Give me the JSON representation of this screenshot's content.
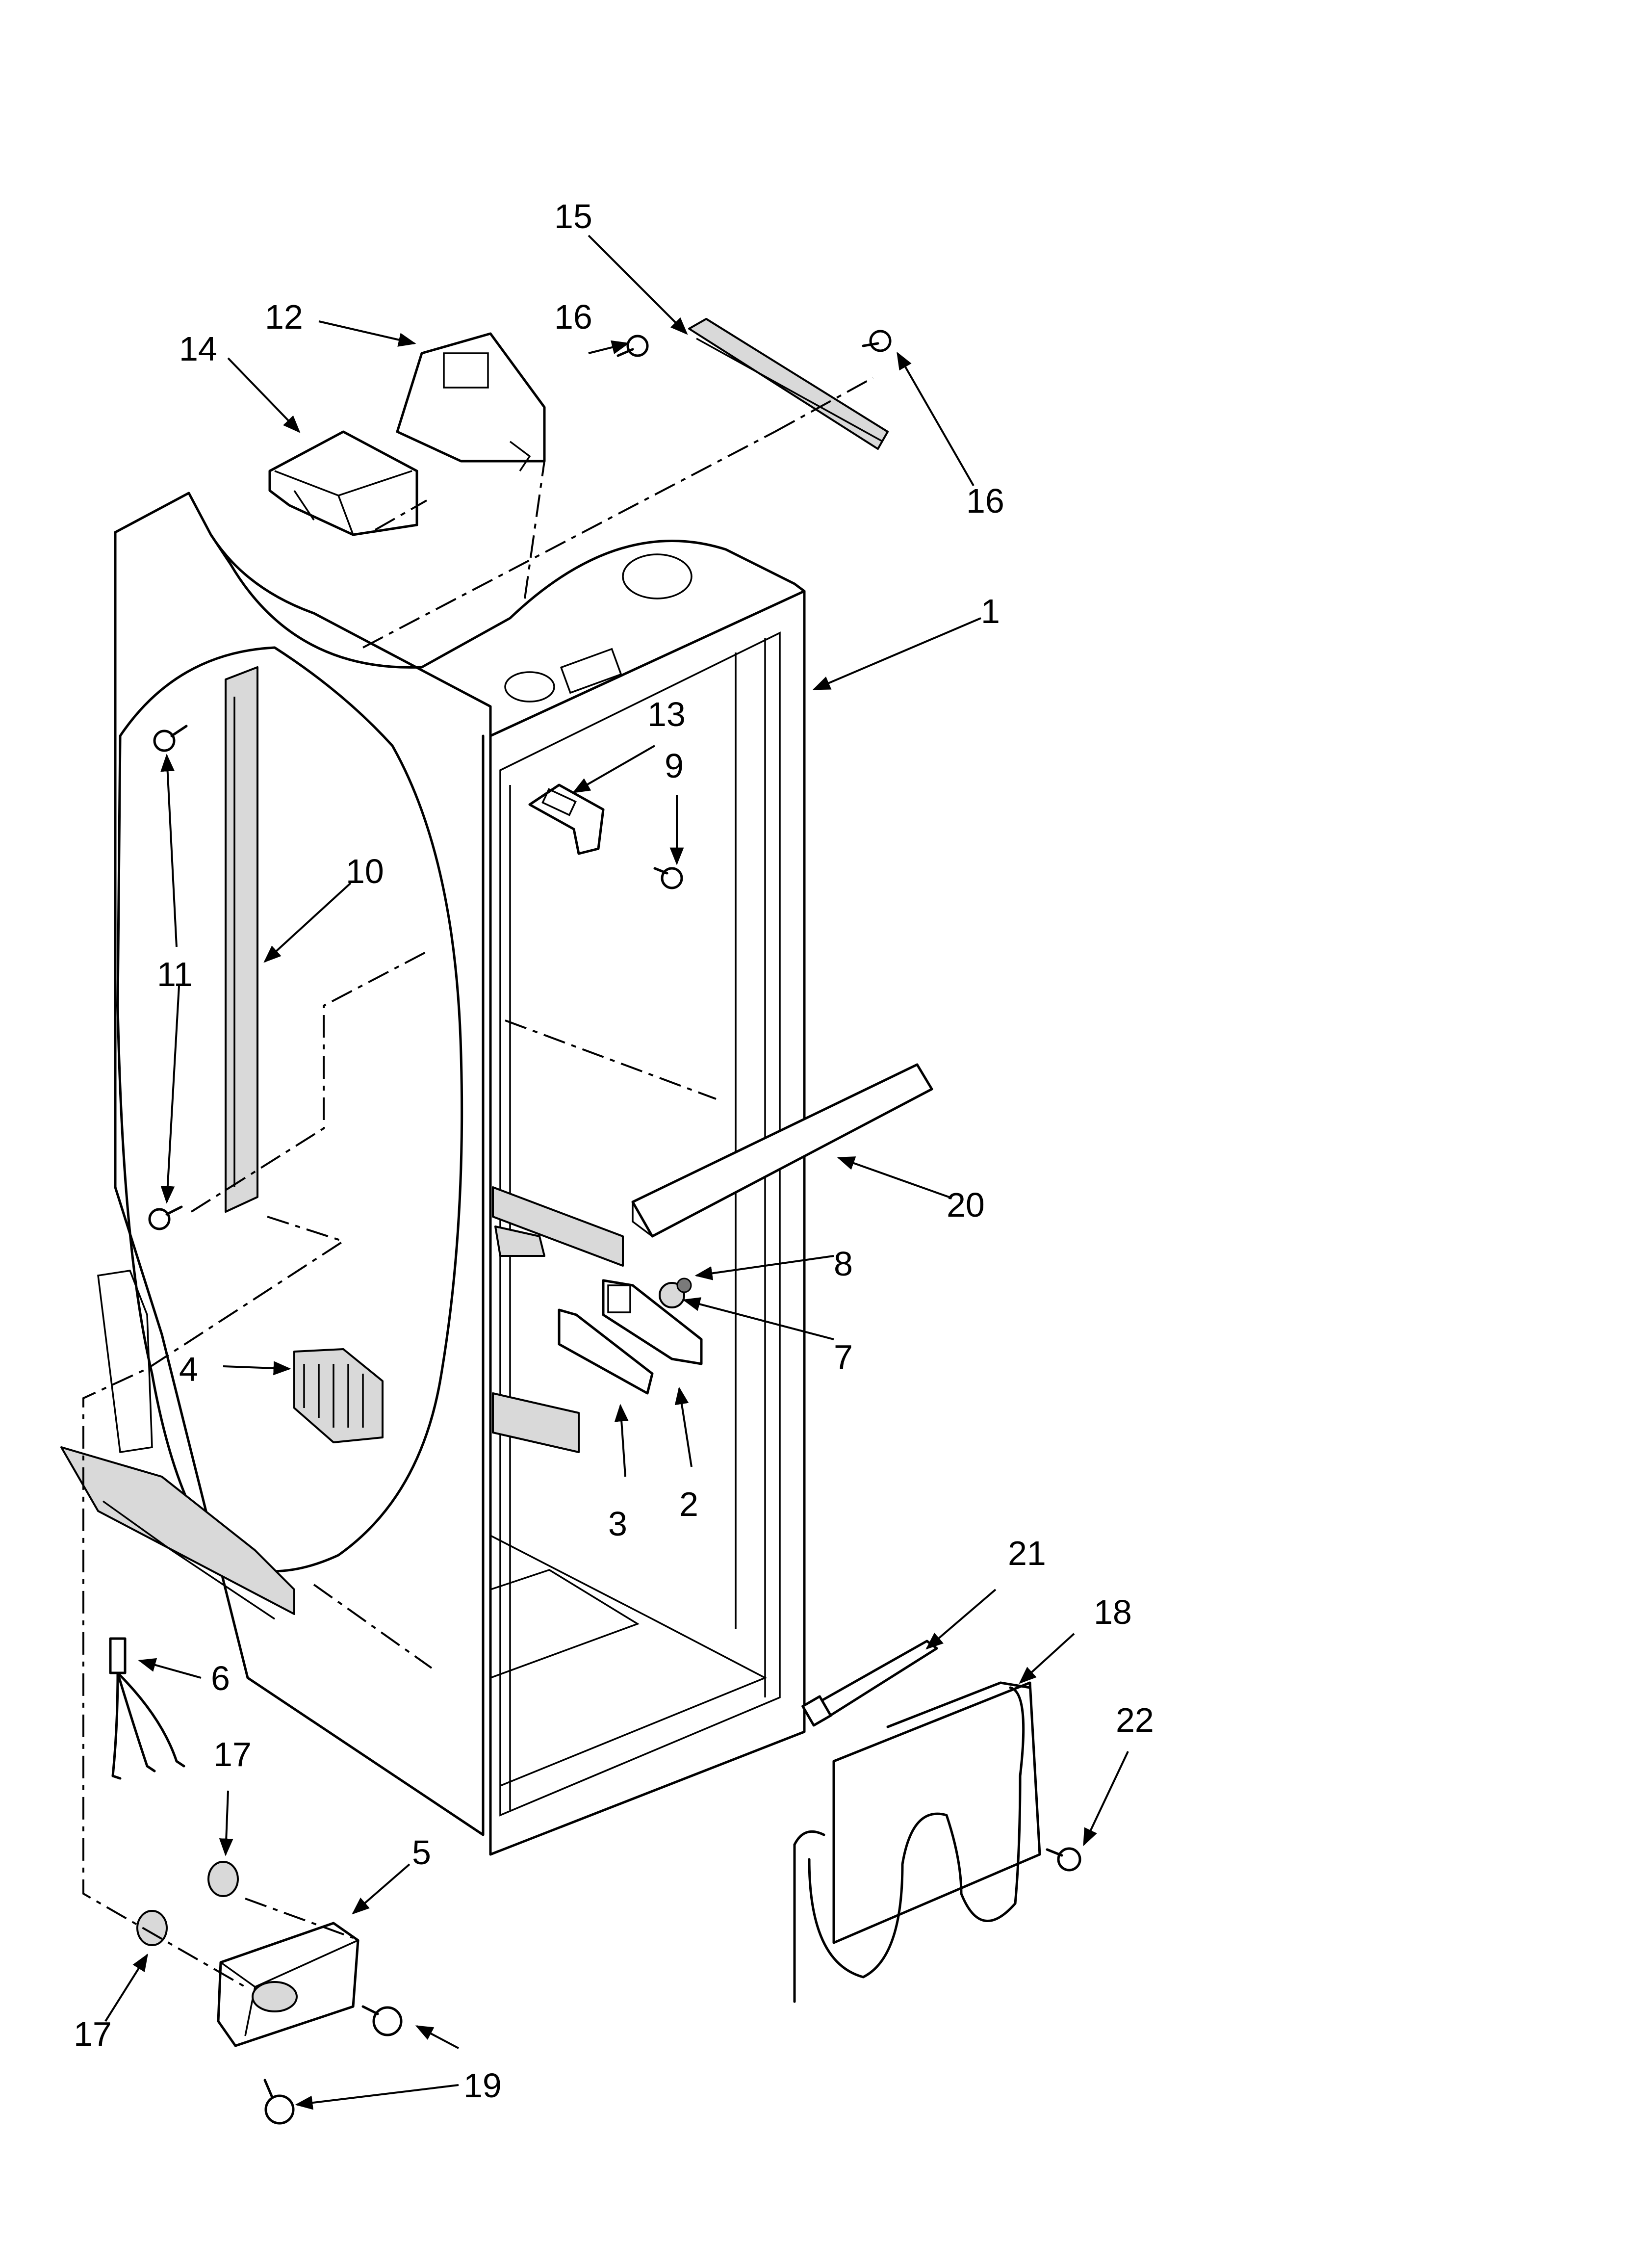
{
  "diagram": {
    "labels": [
      {
        "id": "l1",
        "text": "1"
      },
      {
        "id": "l2",
        "text": "2"
      },
      {
        "id": "l3",
        "text": "3"
      },
      {
        "id": "l4",
        "text": "4"
      },
      {
        "id": "l5",
        "text": "5"
      },
      {
        "id": "l6",
        "text": "6"
      },
      {
        "id": "l7",
        "text": "7"
      },
      {
        "id": "l8",
        "text": "8"
      },
      {
        "id": "l9",
        "text": "9"
      },
      {
        "id": "l10",
        "text": "10"
      },
      {
        "id": "l11",
        "text": "11"
      },
      {
        "id": "l12",
        "text": "12"
      },
      {
        "id": "l13",
        "text": "13"
      },
      {
        "id": "l14",
        "text": "14"
      },
      {
        "id": "l15",
        "text": "15"
      },
      {
        "id": "l16a",
        "text": "16"
      },
      {
        "id": "l16b",
        "text": "16"
      },
      {
        "id": "l17a",
        "text": "17"
      },
      {
        "id": "l17b",
        "text": "17"
      },
      {
        "id": "l18",
        "text": "18"
      },
      {
        "id": "l19",
        "text": "19"
      },
      {
        "id": "l20",
        "text": "20"
      },
      {
        "id": "l21",
        "text": "21"
      },
      {
        "id": "l22",
        "text": "22"
      }
    ]
  }
}
